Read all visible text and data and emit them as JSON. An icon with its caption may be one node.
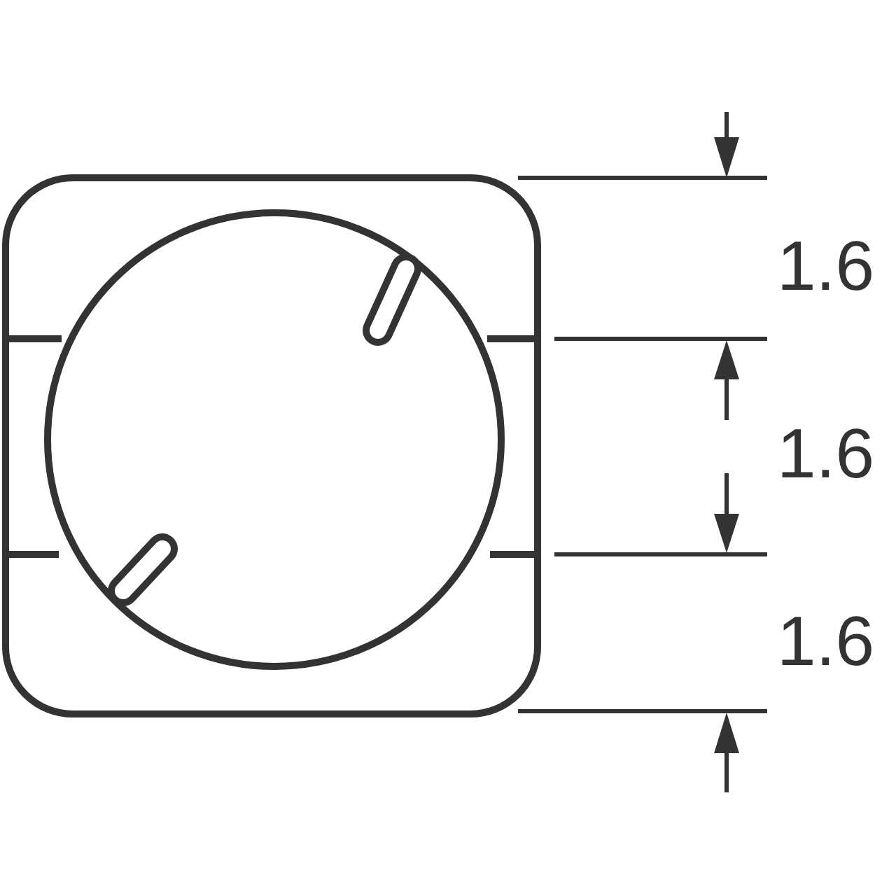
{
  "diagram": {
    "labels": [
      "1.6",
      "1.6",
      "1.6"
    ]
  }
}
